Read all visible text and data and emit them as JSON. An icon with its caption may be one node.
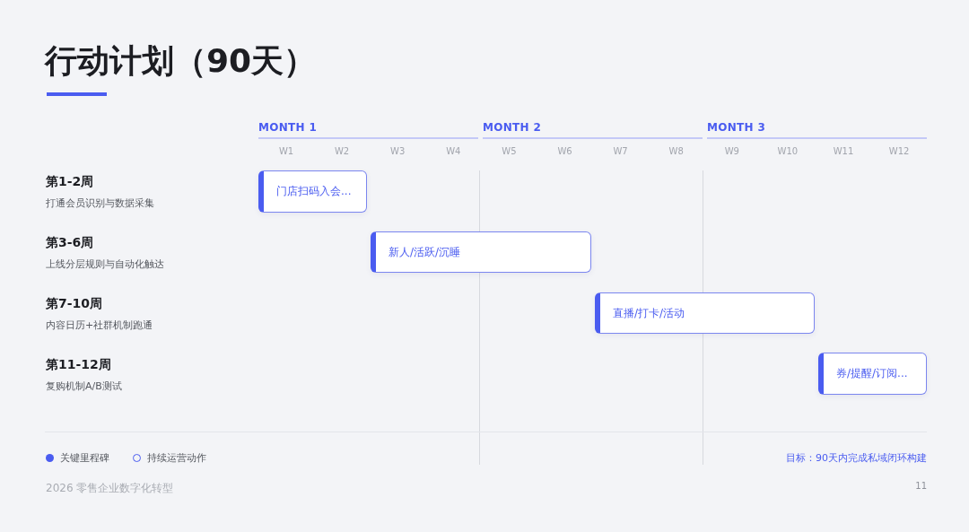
{
  "diagram": {
    "title": "行动计划（90天）",
    "nodes": [
      {
        "text": [
          "门店扫码入会..."
        ]
      },
      {
        "text": [
          "新人/活跃/沉睡"
        ]
      },
      {
        "text": [
          "直播/打卡/活动"
        ]
      },
      {
        "text": [
          "券/提醒/订阅..."
        ]
      }
    ],
    "labels": [
      "MONTH 1",
      "MONTH 2",
      "MONTH 3",
      "W1",
      "W2",
      "W3",
      "W4",
      "W5",
      "W6",
      "W7",
      "W8",
      "W9",
      "W10",
      "W11",
      "W12",
      "第1-2周",
      "打通会员识别与数据采集",
      "第3-6周",
      "上线分层规则与自动化触达",
      "第7-10周",
      "内容日历+社群机制跑通",
      "第11-12周",
      "复购机制A/B测试",
      "目标：90天内完成私域闭环构建",
      "2026 零售企业数字化转型",
      "11"
    ],
    "legend": [
      {
        "text": "关键里程碑",
        "color": "#4a5cf0"
      },
      {
        "text": "持续运营动作"
      }
    ]
  }
}
